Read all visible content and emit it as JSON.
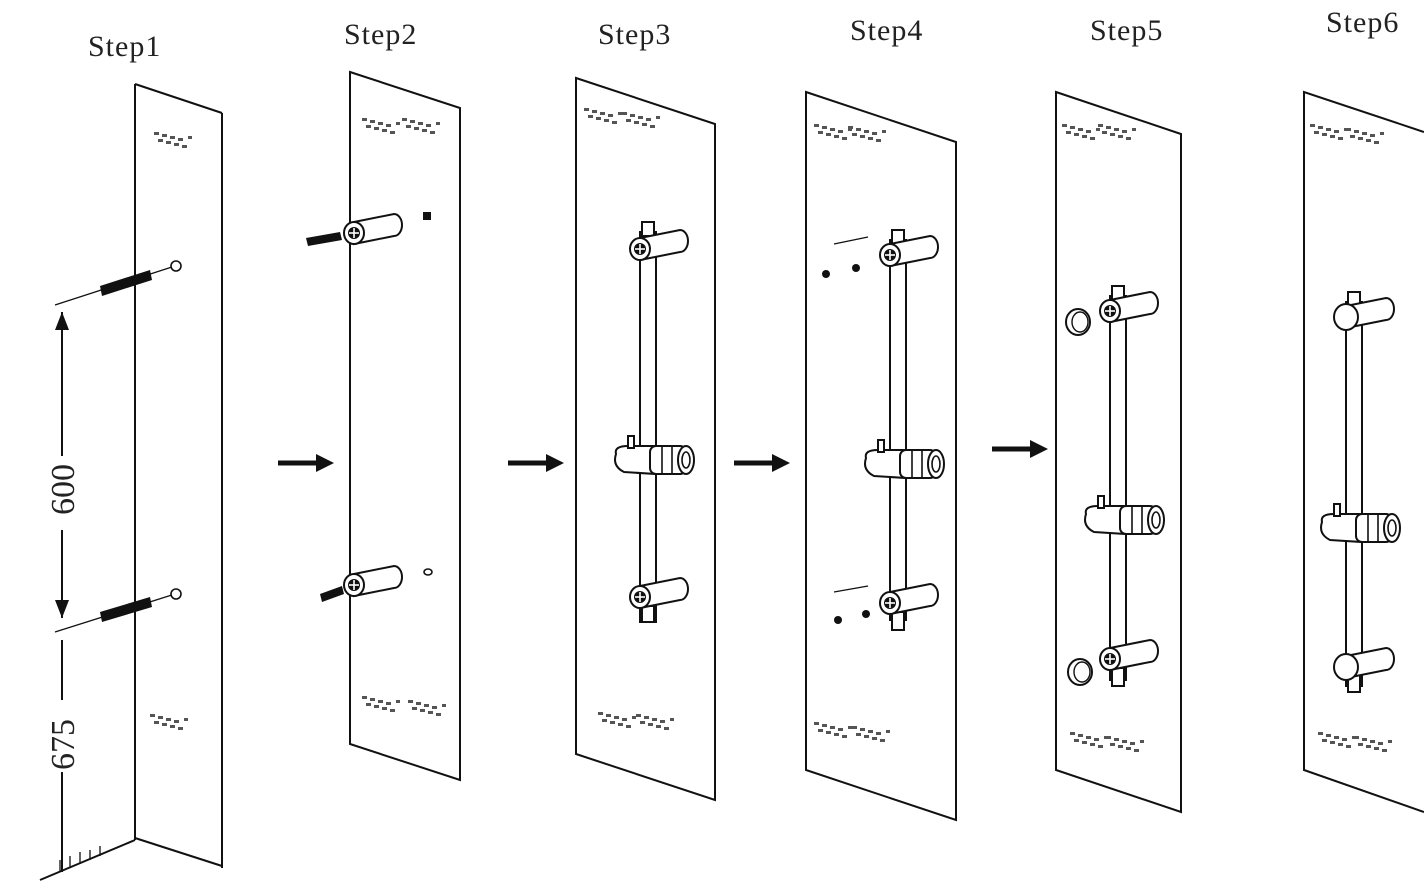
{
  "steps": [
    {
      "label": "Step1"
    },
    {
      "label": "Step2"
    },
    {
      "label": "Step3"
    },
    {
      "label": "Step4"
    },
    {
      "label": "Step5"
    },
    {
      "label": "Step6"
    }
  ],
  "dimensions": {
    "spacing": "600",
    "floor_height": "675"
  },
  "icons": {
    "arrow": "arrow-right-icon",
    "anchor": "wall-anchor-icon",
    "bracket": "rail-bracket-icon",
    "slider": "shower-slider-icon",
    "cap": "cover-cap-icon"
  }
}
